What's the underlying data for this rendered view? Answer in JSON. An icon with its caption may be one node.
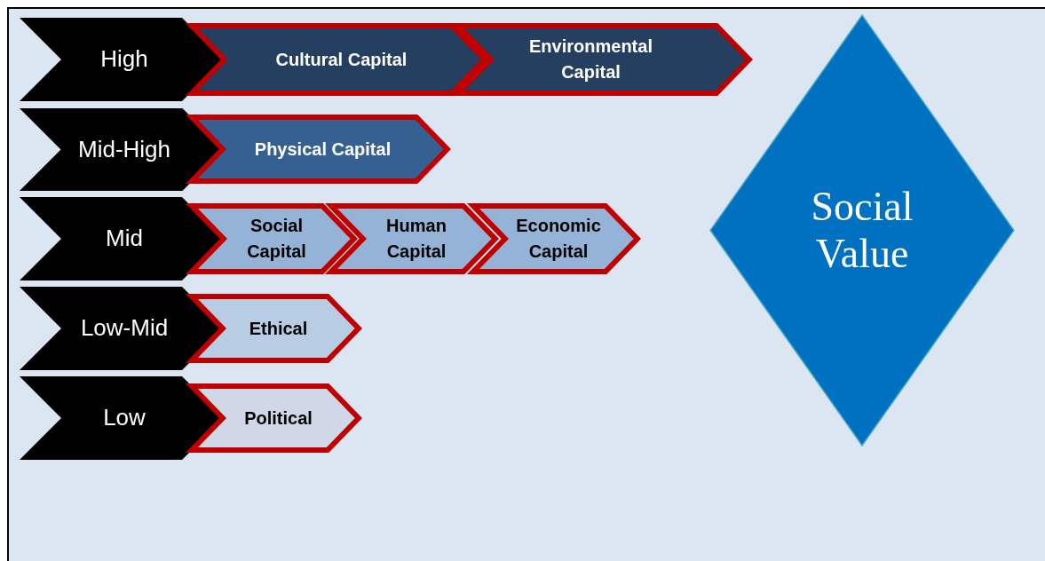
{
  "diagram": {
    "nodes": [
      {
        "text": [
          "High"
        ]
      },
      {
        "text": [
          "Mid-High"
        ]
      },
      {
        "text": [
          "Mid"
        ]
      },
      {
        "text": [
          "Low-Mid"
        ]
      },
      {
        "text": [
          "Low"
        ]
      },
      {
        "text": [
          "Cultural Capital"
        ]
      },
      {
        "text": [
          "Environmental Capital"
        ]
      },
      {
        "text": [
          "Physical Capital"
        ]
      },
      {
        "text": [
          "Social Capital"
        ]
      },
      {
        "text": [
          "Human Capital"
        ]
      },
      {
        "text": [
          "Economic Capital"
        ]
      },
      {
        "text": [
          "Ethical"
        ]
      },
      {
        "text": [
          "Political"
        ]
      },
      {
        "text": [
          "Social Value"
        ]
      }
    ]
  }
}
